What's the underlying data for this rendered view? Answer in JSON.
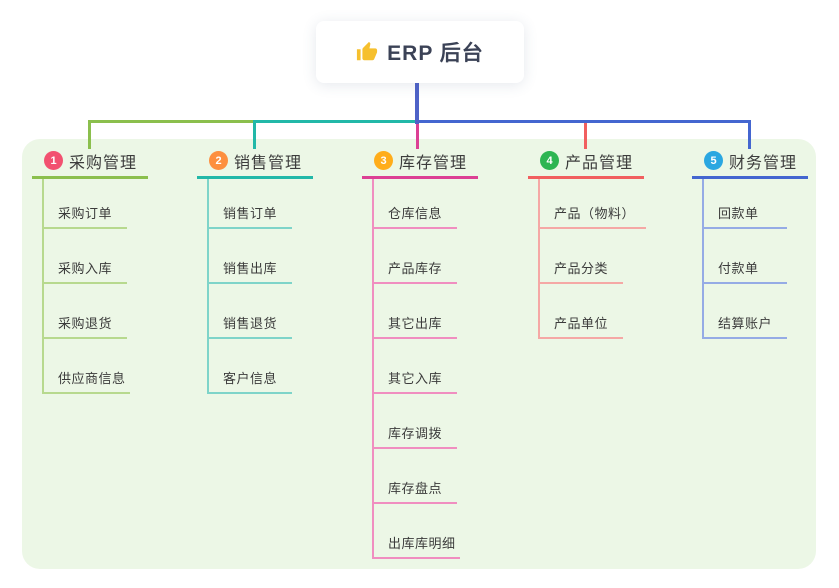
{
  "root": {
    "label": "ERP 后台",
    "icon": "thumbs-up-icon"
  },
  "colors": {
    "panel_background": "#ecf7e6",
    "root_connector": "#4f63c8",
    "root_text": "#3b4256",
    "node_text": "#3c3c3c"
  },
  "branches": [
    {
      "num": "1",
      "title": "采购管理",
      "badge_color": "#f25170",
      "line_color": "#8bbf4d",
      "light_line_color": "#b7d98e",
      "children": [
        "采购订单",
        "采购入库",
        "采购退货",
        "供应商信息"
      ]
    },
    {
      "num": "2",
      "title": "销售管理",
      "badge_color": "#fd8f3f",
      "line_color": "#22b8a8",
      "light_line_color": "#7ed4c9",
      "children": [
        "销售订单",
        "销售出库",
        "销售退货",
        "客户信息"
      ]
    },
    {
      "num": "3",
      "title": "库存管理",
      "badge_color": "#ffad1a",
      "line_color": "#dc4094",
      "light_line_color": "#f08ec0",
      "children": [
        "仓库信息",
        "产品库存",
        "其它出库",
        "其它入库",
        "库存调拨",
        "库存盘点",
        "出库库明细"
      ]
    },
    {
      "num": "4",
      "title": "产品管理",
      "badge_color": "#2db552",
      "line_color": "#f15f5f",
      "light_line_color": "#f5a8a5",
      "children": [
        "产品（物料）",
        "产品分类",
        "产品单位"
      ]
    },
    {
      "num": "5",
      "title": "财务管理",
      "badge_color": "#2aa7e1",
      "line_color": "#4466d0",
      "light_line_color": "#95abe5",
      "children": [
        "回款单",
        "付款单",
        "结算账户"
      ]
    }
  ]
}
